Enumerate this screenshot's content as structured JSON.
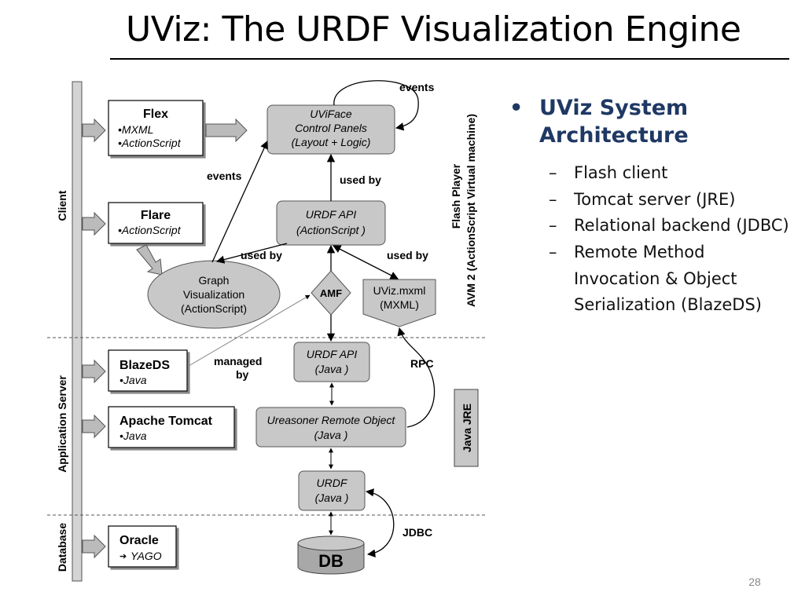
{
  "title": "UViz: The URDF Visualization Engine",
  "slide_number": "28",
  "bullets": {
    "main": "UViz System Architecture",
    "subs": [
      "Flash client",
      "Tomcat server (JRE)",
      "Relational backend (JDBC)",
      "Remote Method Invocation & Object Serialization (BlazeDS)"
    ]
  },
  "diagram": {
    "tiers": {
      "client": "Client",
      "app_server": "Application Server",
      "database": "Database"
    },
    "flash_player_line1": "Flash Player",
    "flash_player_line2": "AVM 2 (ActionScript Virtual machine)",
    "java_jre": "Java JRE",
    "flex": {
      "title": "Flex",
      "items": [
        "•MXML",
        "•ActionScript"
      ]
    },
    "flare": {
      "title": "Flare",
      "items": [
        "•ActionScript"
      ]
    },
    "blazeds": {
      "title": "BlazeDS",
      "items": [
        "•Java"
      ]
    },
    "tomcat": {
      "title": "Apache Tomcat",
      "items": [
        "•Java"
      ]
    },
    "oracle": {
      "title": "Oracle",
      "items": [
        "YAGO"
      ]
    },
    "uviface": [
      "UViFace",
      "Control Panels",
      "(Layout + Logic)"
    ],
    "urdf_api_as": [
      "URDF API",
      "(ActionScript )"
    ],
    "graph_vis": [
      "Graph",
      "Visualization",
      "(ActionScript)"
    ],
    "amf": "AMF",
    "uviz_mxml": [
      "UViz.mxml",
      "(MXML)"
    ],
    "urdf_api_java": [
      "URDF API",
      "(Java )"
    ],
    "ureasoner": [
      "Ureasoner Remote Object",
      "(Java )"
    ],
    "urdf_java": [
      "URDF",
      "(Java )"
    ],
    "db": "DB",
    "labels": {
      "events_top": "events",
      "events_left": "events",
      "used_by_1": "used by",
      "used_by_2": "used by",
      "used_by_3": "used by",
      "managed": "managed",
      "by": "by",
      "rpc": "RPC",
      "jdbc": "JDBC"
    }
  }
}
